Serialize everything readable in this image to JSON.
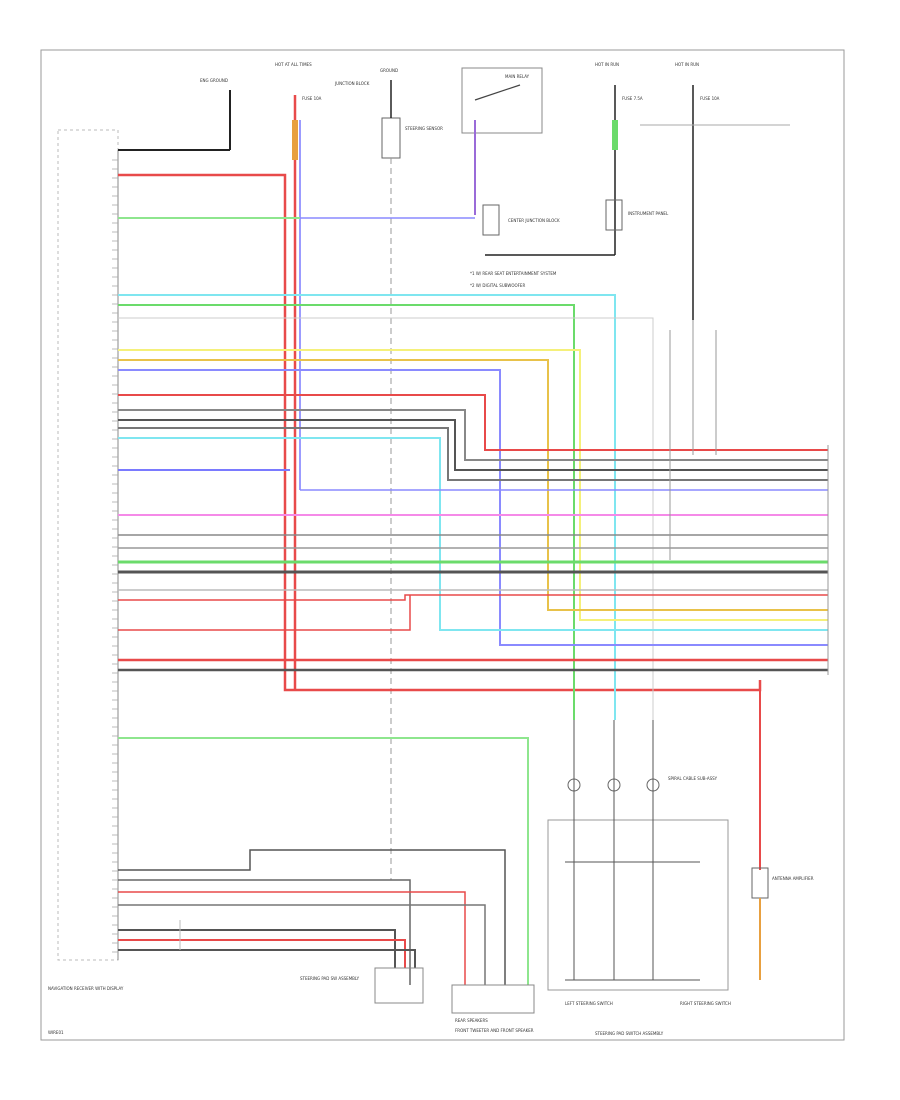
{
  "labels": {
    "hot_top_1": "HOT AT\nALL TIMES",
    "hot_top_2": "HOT IN RUN",
    "hot_top_3": "HOT IN RUN",
    "fuse_1": "FUSE\n10A",
    "fuse_2": "FUSE\n7.5A",
    "fuse_3": "FUSE\n10A",
    "junction_block": "JUNCTION\nBLOCK",
    "eng_ground": "ENG GROUND",
    "ground_main": "GROUND",
    "main_relay": "MAIN\nRELAY",
    "steering_sensor": "STEERING\nSENSOR",
    "center_junction": "CENTER\nJUNCTION BLOCK",
    "inst_panel": "INSTRUMENT\nPANEL",
    "steering_switch": "STEERING PAD SWITCH ASSEMBLY",
    "left_switch": "LEFT STEERING SWITCH",
    "right_switch": "RIGHT\nSTEERING\nSWITCH",
    "spiral_cable": "SPIRAL CABLE\nSUB-ASSY",
    "navigation_unit": "NAVIGATION RECEIVER\nWITH DISPLAY",
    "rear_speakers": "REAR SPEAKERS",
    "front_speakers": "FRONT TWEETER AND\nFRONT SPEAKER",
    "antenna_amp": "ANTENNA\nAMPLIFIER",
    "radio_tuner": "STEERING PAD SW\nASSEMBLY",
    "note_1": "*1 W/ REAR SEAT ENTERTAINMENT SYSTEM",
    "note_2": "*2 W/ DIGITAL SUBWOOFER",
    "footer_code": "WIRE01"
  }
}
